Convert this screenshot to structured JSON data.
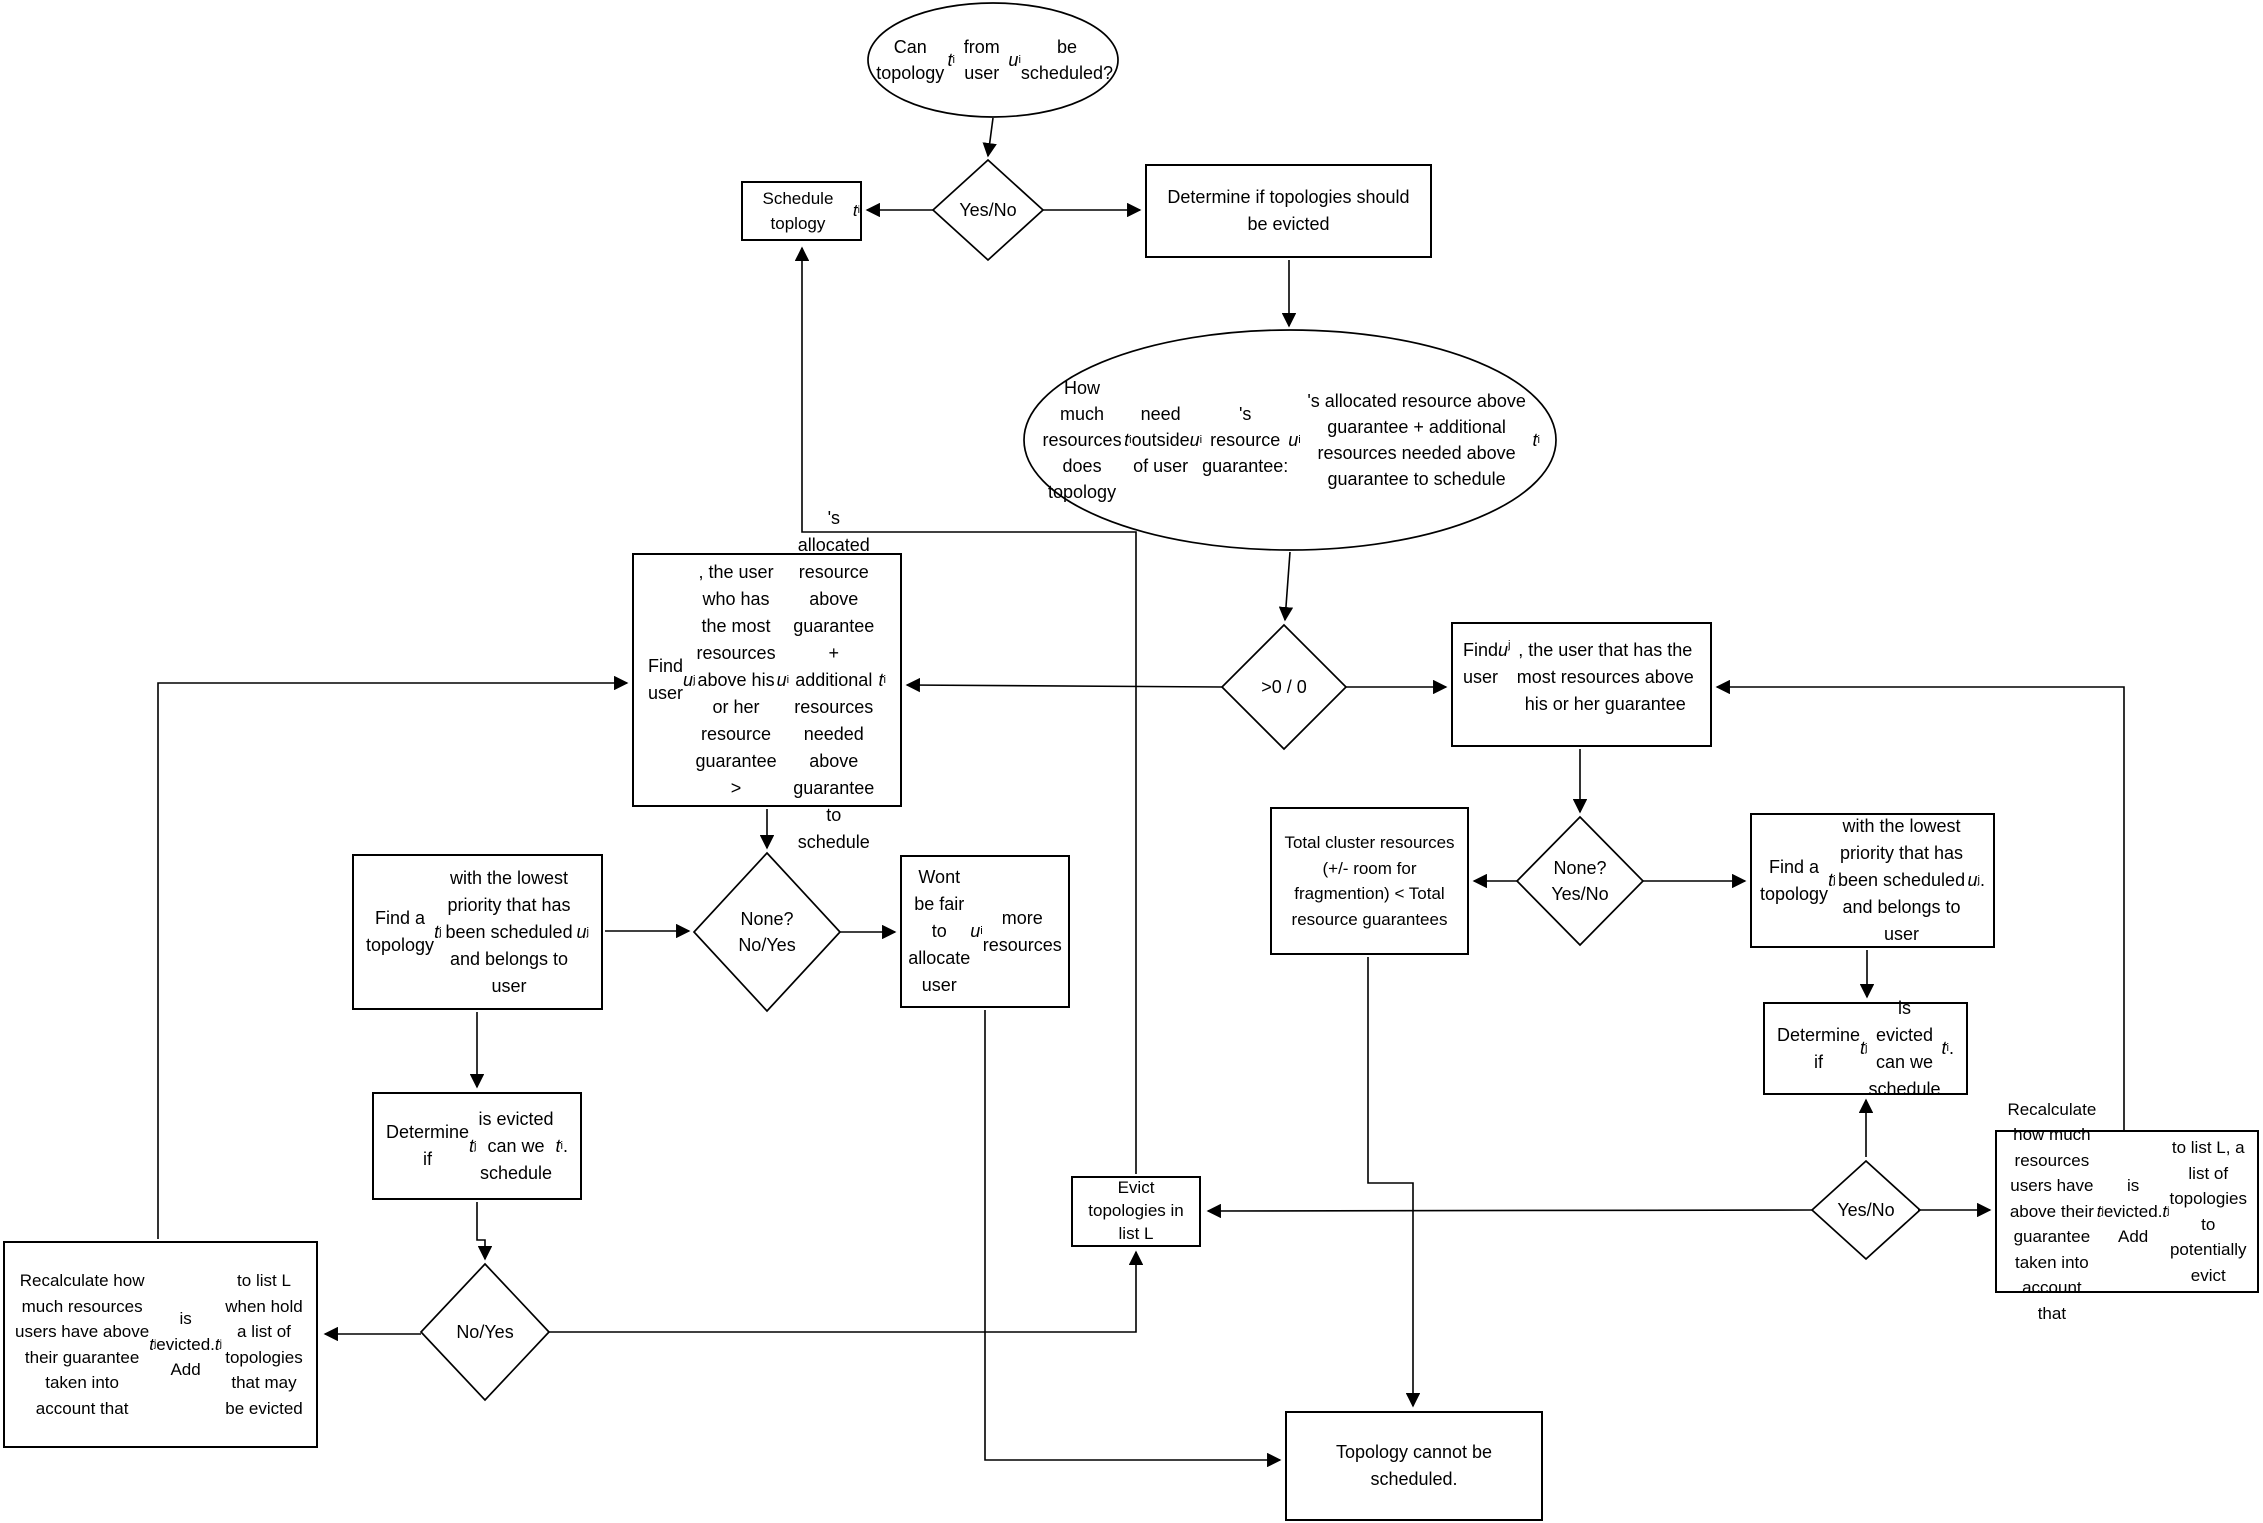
{
  "colors": {
    "background": "#ffffff",
    "node_fill": "#ffffff",
    "node_stroke": "#000000",
    "text": "#000000"
  },
  "diagram": {
    "type": "flowchart",
    "nodes": {
      "start": {
        "shape": "ellipse",
        "label": "Can topology t_i from user u_i be scheduled?"
      },
      "schedule": {
        "shape": "rect",
        "label": "Schedule toplogy t_i"
      },
      "yes_no_top": {
        "shape": "diamond",
        "label": "Yes/No"
      },
      "determine_evict": {
        "shape": "rect",
        "label": "Determine if topologies should be evicted"
      },
      "how_much": {
        "shape": "ellipse",
        "label": "How much resources does topology t_i need outside of user u_i's resource guarantee: u_i's allocated resource above guarantee + additional resources needed above guarantee to schedule t_i"
      },
      "gt0": {
        "shape": "diamond",
        "label": ">0 / 0"
      },
      "find_user_most_gt": {
        "shape": "rect",
        "label": "Find user u_j, the user who has the most resources above his or her resource guarantee > u_i's allocated resource above guarantee + additional resources needed above guarantee to schedule t_i"
      },
      "find_user_most": {
        "shape": "rect",
        "label": "Find user u_j, the user that has the most resources above his or her guarantee"
      },
      "find_topology_left": {
        "shape": "rect",
        "label": "Find a topology t_j with the lowest priority that has been scheduled and belongs to user u_j"
      },
      "none_no_yes": {
        "shape": "diamond",
        "label": "None? No/Yes"
      },
      "wont_be_fair": {
        "shape": "rect",
        "label": "Wont be fair to allocate user u_i more resources"
      },
      "total_cluster": {
        "shape": "rect",
        "label": "Total cluster resources (+/- room for fragmention) < Total resource guarantees"
      },
      "none_yes_no": {
        "shape": "diamond",
        "label": "None? Yes/No"
      },
      "find_topology_right": {
        "shape": "rect",
        "label": "Find a topology t_j with the lowest priority that has been scheduled and belongs to user u_j."
      },
      "determine_evict_right": {
        "shape": "rect",
        "label": "Determine if t_j is evicted can we schedule t_i ."
      },
      "yes_no_right": {
        "shape": "diamond",
        "label": "Yes/No"
      },
      "recalculate_right": {
        "shape": "rect",
        "label": "Recalculate how much resources users have above their guarantee taken into account that t_j is evicted. Add t_j to list L, a list of topologies to potentially evict"
      },
      "determine_evict_left": {
        "shape": "rect",
        "label": "Determine if t_j is evicted can we schedule t_i ."
      },
      "no_yes_left": {
        "shape": "diamond",
        "label": "No/Yes"
      },
      "recalculate_left": {
        "shape": "rect",
        "label": "Recalculate how much resources users have above their guarantee taken into account that t_j is evicted. Add t_j to list L when hold a list of topologies that may be evicted"
      },
      "evict_list": {
        "shape": "rect",
        "label": "Evict topologies in list L"
      },
      "cannot_schedule": {
        "shape": "rect",
        "label": "Topology cannot be scheduled."
      }
    }
  }
}
